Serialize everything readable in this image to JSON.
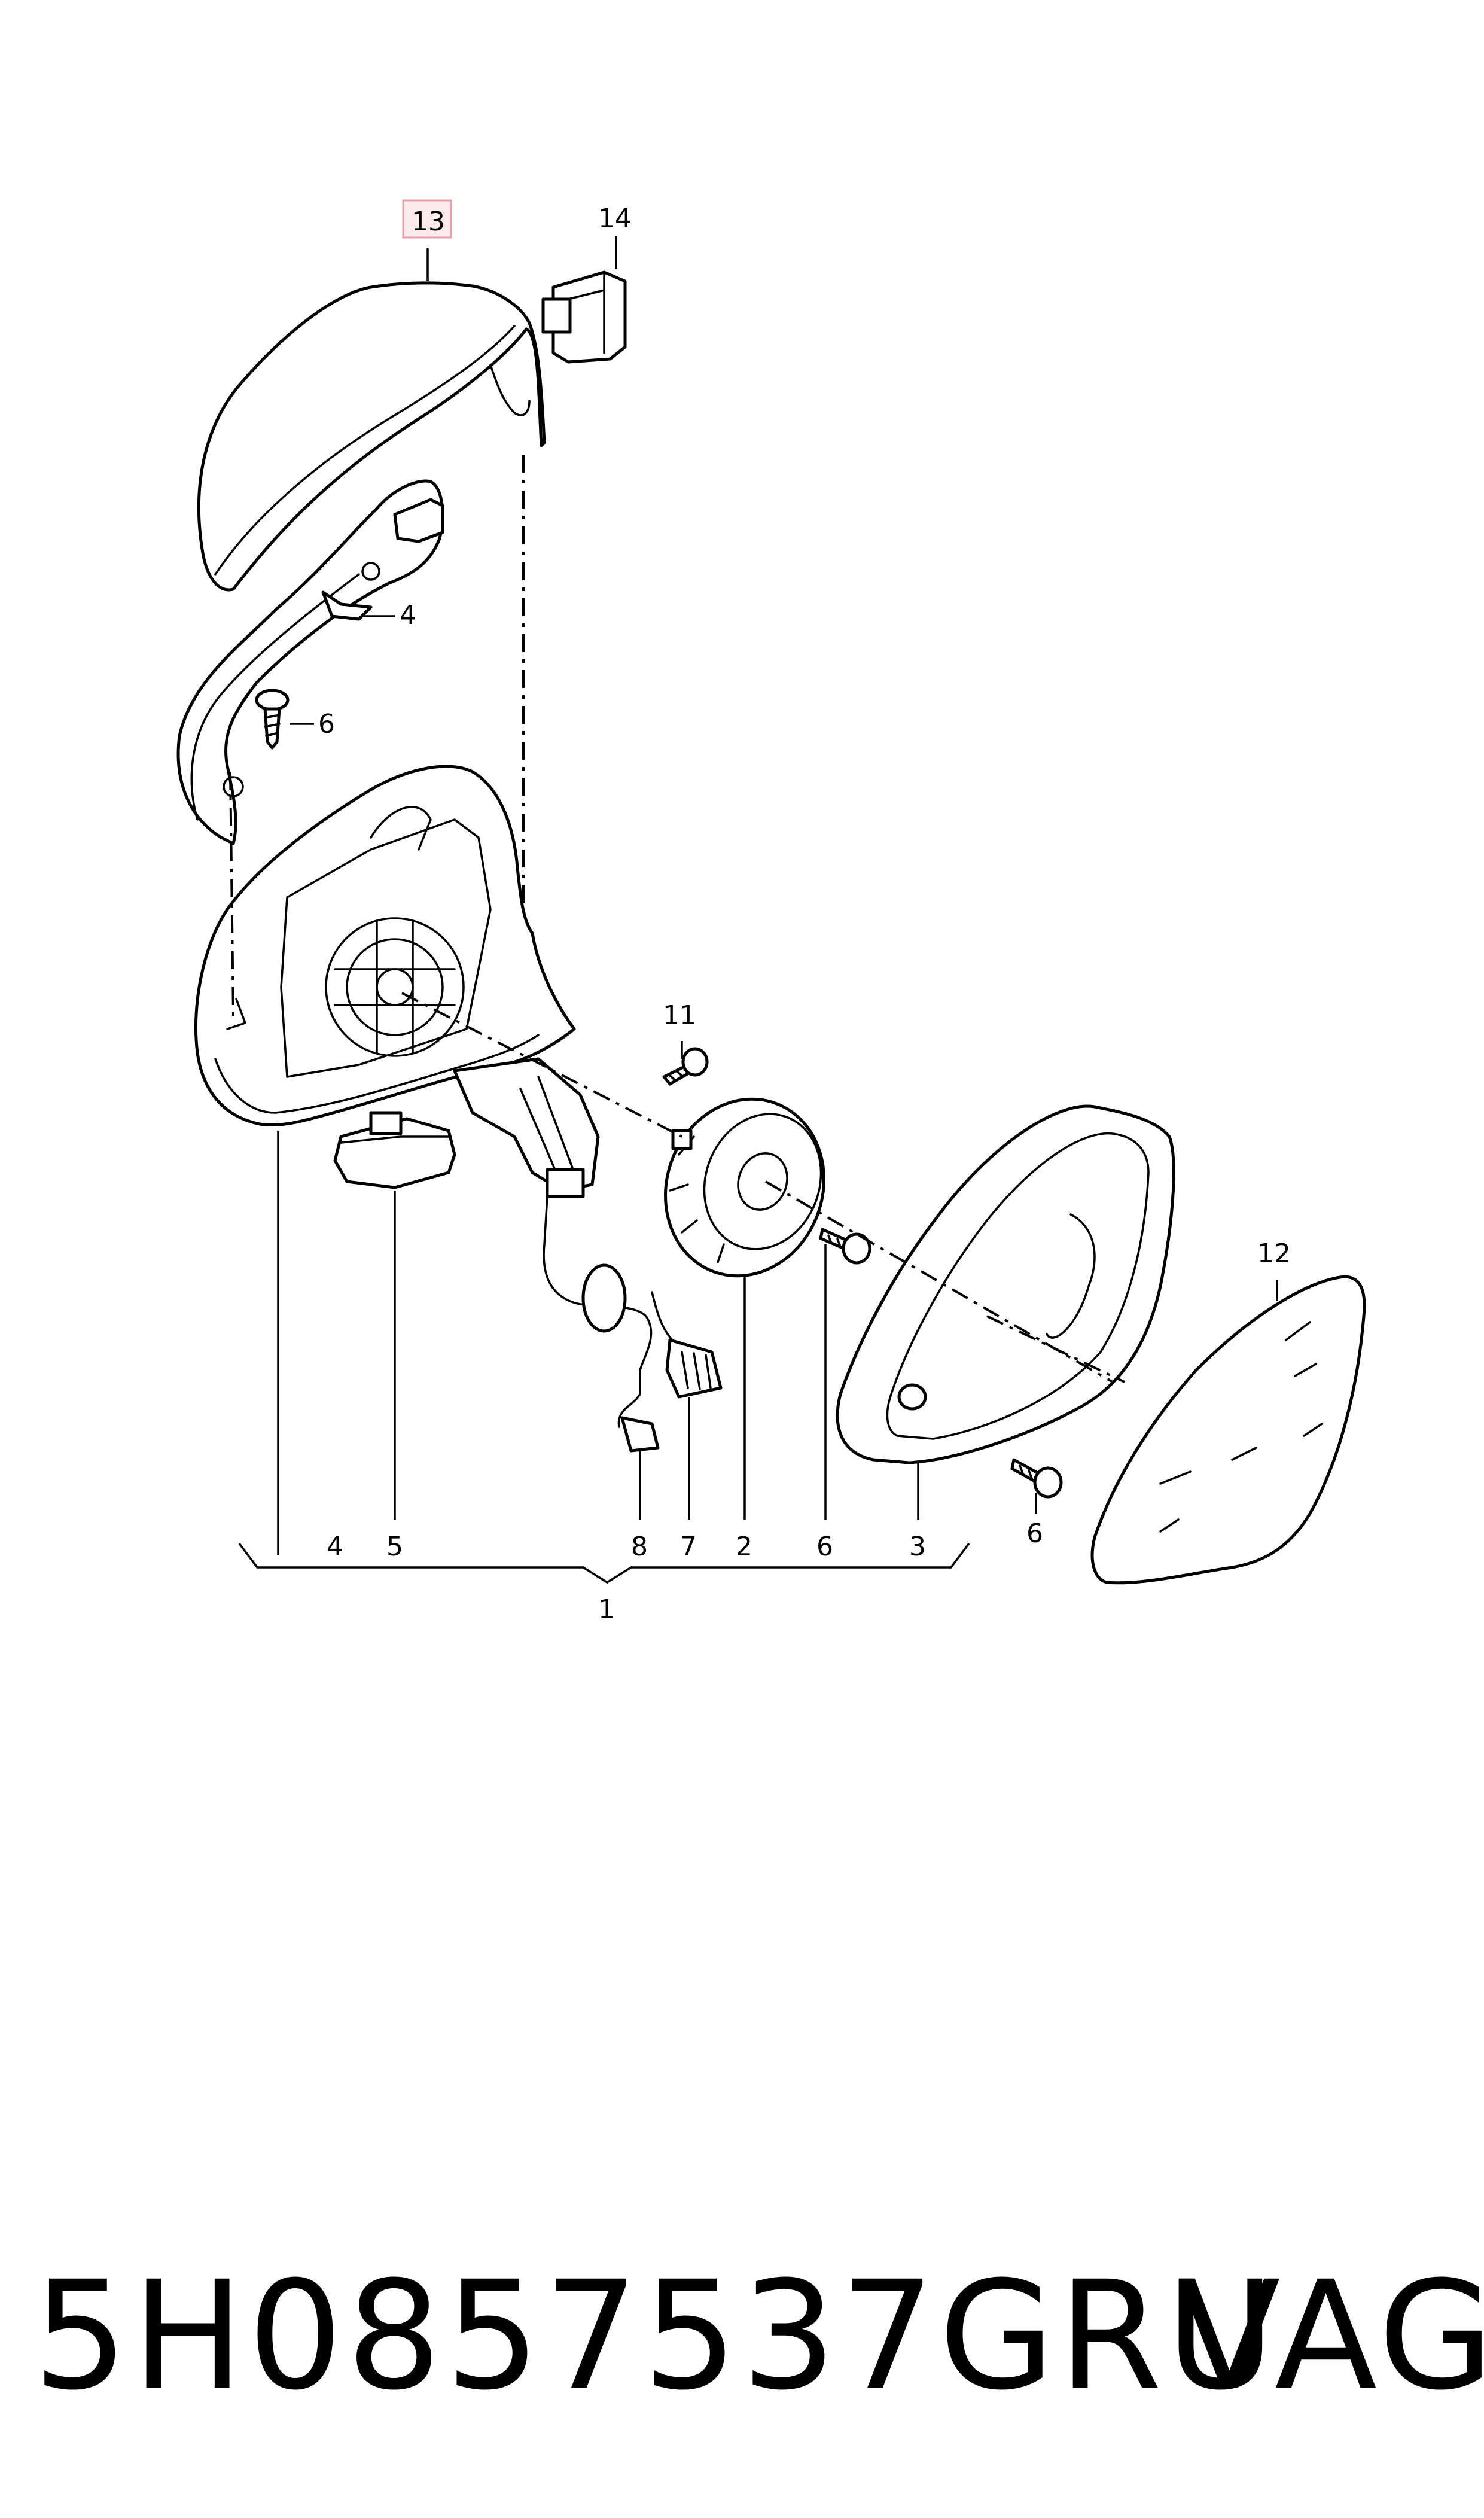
{
  "callouts": {
    "p1": "1",
    "p2": "2",
    "p3": "3",
    "p4a": "4",
    "p4b": "4",
    "p5": "5",
    "p6a": "6",
    "p6b": "6",
    "p6c": "6",
    "p7": "7",
    "p8": "8",
    "p11": "11",
    "p12": "12",
    "p13": "13",
    "p14": "14"
  },
  "highlight_color": "#e8a0a8",
  "caption": {
    "part_number": "5H0857537GRU",
    "brand": "VAG"
  }
}
